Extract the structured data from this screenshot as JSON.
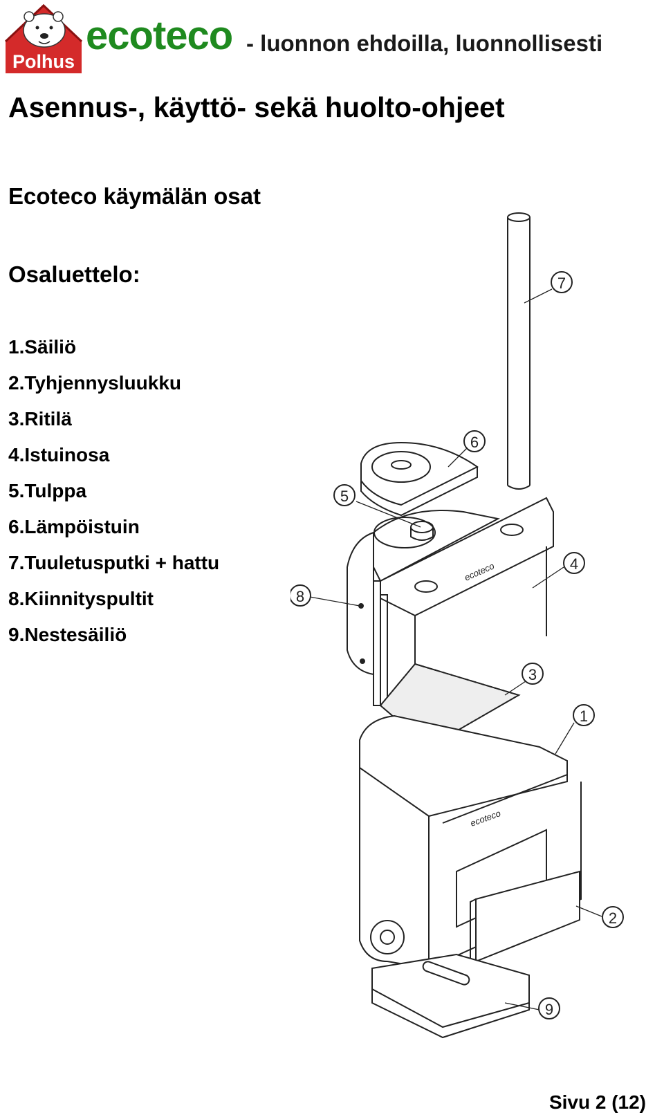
{
  "header": {
    "logo_text": "Polhus",
    "brand": "ecoteco",
    "tagline": "- luonnon ehdoilla, luonnollisesti"
  },
  "title": "Asennus-, käyttö- sekä huolto-ohjeet",
  "subtitle": "Ecoteco käymälän osat",
  "list_heading": "Osaluettelo:",
  "parts": [
    "1.Säiliö",
    "2.Tyhjennysluukku",
    "3.Ritilä",
    "4.Istuinosa",
    "5.Tulppa",
    "6.Lämpöistuin",
    "7.Tuuletusputki + hattu",
    "8.Kiinnityspultit",
    "9.Nestesäiliö"
  ],
  "diagram": {
    "callouts": [
      "1",
      "2",
      "3",
      "4",
      "5",
      "6",
      "7",
      "8",
      "9"
    ],
    "product_marks": [
      "ecoteco",
      "ecoteco"
    ]
  },
  "footer": {
    "page": "Sivu 2 (12)"
  }
}
